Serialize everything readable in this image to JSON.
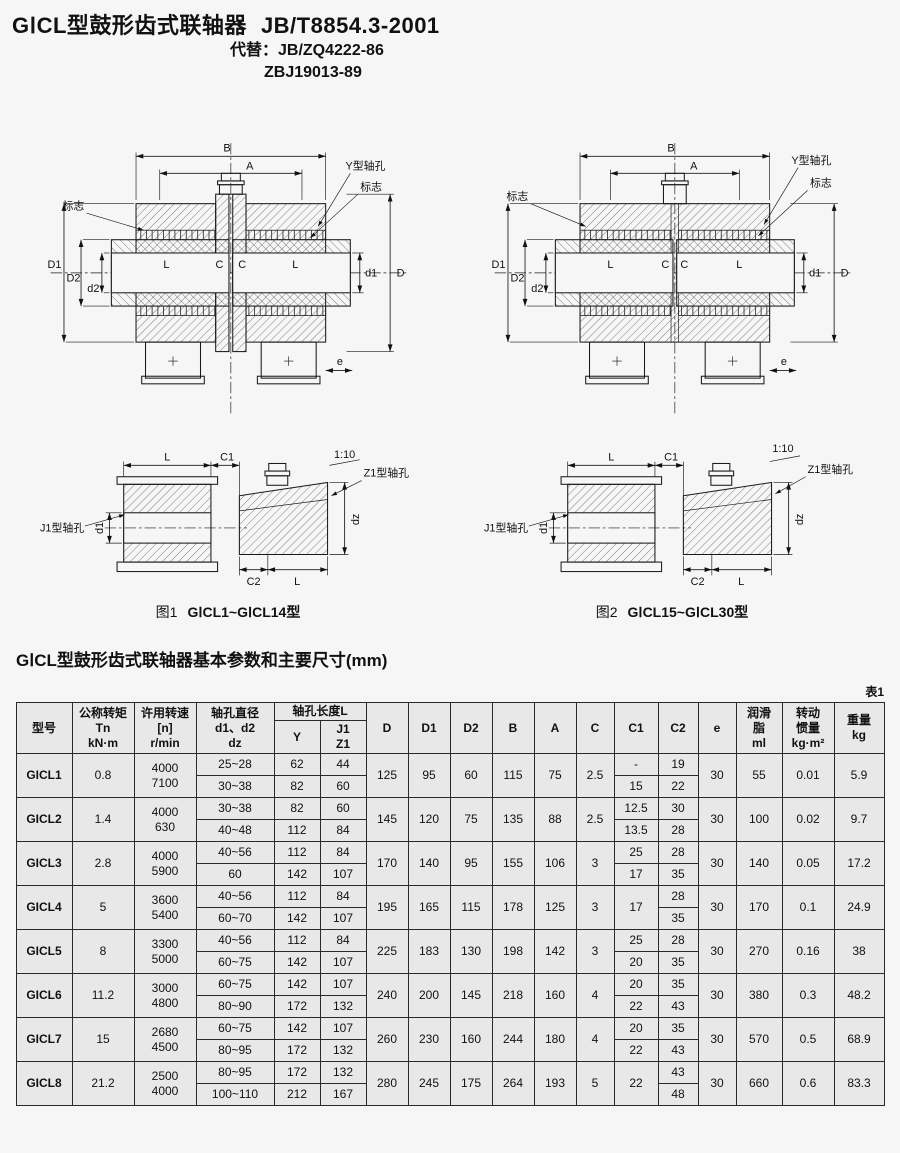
{
  "header": {
    "title": "GⅠCL型鼓形齿式联轴器",
    "standard": "JB/T8854.3-2001",
    "replace_line1": "代替：JB/ZQ4222-86",
    "replace_line2": "ZBJ19013-89"
  },
  "dims": {
    "B": "B",
    "A": "A",
    "mark": "标志",
    "y_bore": "Y型轴孔",
    "D1": "D1",
    "D2": "D2",
    "d2": "d2",
    "L": "L",
    "C": "C",
    "d1": "d1",
    "D": "D",
    "e": "e",
    "taper": "1:10",
    "z1_bore": "Z1型轴孔",
    "j1_bore": "J1型轴孔",
    "C1": "C1",
    "C2": "C2",
    "dz": "dz"
  },
  "figures": [
    {
      "no": "图1",
      "type": "GⅠCL1~GⅠCL14型"
    },
    {
      "no": "图2",
      "type": "GⅠCL15~GⅠCL30型"
    }
  ],
  "section": {
    "heading": "GⅠCL型鼓形齿式联轴器基本参数和主要尺寸(mm)",
    "table_no": "表1"
  },
  "table": {
    "head": {
      "model": "型号",
      "torque": [
        "公称转矩",
        "Tn",
        "kN·m"
      ],
      "speed": [
        "许用转速",
        "[n]",
        "r/min"
      ],
      "bore_dia": [
        "轴孔直径",
        "d1、d2",
        "dz"
      ],
      "bore_len": "轴孔长度L",
      "y": "Y",
      "j1z1": [
        "J1",
        "Z1"
      ],
      "cols": [
        "D",
        "D1",
        "D2",
        "B",
        "A",
        "C",
        "C1",
        "C2",
        "e"
      ],
      "grease": [
        "润滑",
        "脂",
        "ml"
      ],
      "inertia": [
        "转动",
        "惯量",
        "kg·m²"
      ],
      "weight": [
        "重量",
        "kg"
      ]
    },
    "rows": [
      {
        "model": "GICL1",
        "tn": "0.8",
        "n": [
          "4000",
          "7100"
        ],
        "bores": [
          {
            "dz": "25~28",
            "y": "62",
            "j": "44",
            "c1": "-",
            "c2": "19"
          },
          {
            "dz": "30~38",
            "y": "82",
            "j": "60",
            "c1": "15",
            "c2": "22"
          }
        ],
        "c1_merged": null,
        "D": "125",
        "D1": "95",
        "D2": "60",
        "B": "115",
        "A": "75",
        "C": "2.5",
        "e": "30",
        "grease": "55",
        "inertia": "0.01",
        "weight": "5.9"
      },
      {
        "model": "GICL2",
        "tn": "1.4",
        "n": [
          "4000",
          "630"
        ],
        "bores": [
          {
            "dz": "30~38",
            "y": "82",
            "j": "60",
            "c1": "12.5",
            "c2": "30"
          },
          {
            "dz": "40~48",
            "y": "112",
            "j": "84",
            "c1": "13.5",
            "c2": "28"
          }
        ],
        "c1_merged": null,
        "D": "145",
        "D1": "120",
        "D2": "75",
        "B": "135",
        "A": "88",
        "C": "2.5",
        "e": "30",
        "grease": "100",
        "inertia": "0.02",
        "weight": "9.7"
      },
      {
        "model": "GICL3",
        "tn": "2.8",
        "n": [
          "4000",
          "5900"
        ],
        "bores": [
          {
            "dz": "40~56",
            "y": "112",
            "j": "84",
            "c1": "25",
            "c2": "28"
          },
          {
            "dz": "60",
            "y": "142",
            "j": "107",
            "c1": "17",
            "c2": "35"
          }
        ],
        "c1_merged": null,
        "D": "170",
        "D1": "140",
        "D2": "95",
        "B": "155",
        "A": "106",
        "C": "3",
        "e": "30",
        "grease": "140",
        "inertia": "0.05",
        "weight": "17.2"
      },
      {
        "model": "GICL4",
        "tn": "5",
        "n": [
          "3600",
          "5400"
        ],
        "bores": [
          {
            "dz": "40~56",
            "y": "112",
            "j": "84",
            "c2": "28"
          },
          {
            "dz": "60~70",
            "y": "142",
            "j": "107",
            "c2": "35"
          }
        ],
        "c1_merged": "17",
        "D": "195",
        "D1": "165",
        "D2": "115",
        "B": "178",
        "A": "125",
        "C": "3",
        "e": "30",
        "grease": "170",
        "inertia": "0.1",
        "weight": "24.9"
      },
      {
        "model": "GICL5",
        "tn": "8",
        "n": [
          "3300",
          "5000"
        ],
        "bores": [
          {
            "dz": "40~56",
            "y": "112",
            "j": "84",
            "c1": "25",
            "c2": "28"
          },
          {
            "dz": "60~75",
            "y": "142",
            "j": "107",
            "c1": "20",
            "c2": "35"
          }
        ],
        "c1_merged": null,
        "D": "225",
        "D1": "183",
        "D2": "130",
        "B": "198",
        "A": "142",
        "C": "3",
        "e": "30",
        "grease": "270",
        "inertia": "0.16",
        "weight": "38"
      },
      {
        "model": "GICL6",
        "tn": "11.2",
        "n": [
          "3000",
          "4800"
        ],
        "bores": [
          {
            "dz": "60~75",
            "y": "142",
            "j": "107",
            "c1": "20",
            "c2": "35"
          },
          {
            "dz": "80~90",
            "y": "172",
            "j": "132",
            "c1": "22",
            "c2": "43"
          }
        ],
        "c1_merged": null,
        "D": "240",
        "D1": "200",
        "D2": "145",
        "B": "218",
        "A": "160",
        "C": "4",
        "e": "30",
        "grease": "380",
        "inertia": "0.3",
        "weight": "48.2"
      },
      {
        "model": "GICL7",
        "tn": "15",
        "n": [
          "2680",
          "4500"
        ],
        "bores": [
          {
            "dz": "60~75",
            "y": "142",
            "j": "107",
            "c1": "20",
            "c2": "35"
          },
          {
            "dz": "80~95",
            "y": "172",
            "j": "132",
            "c1": "22",
            "c2": "43"
          }
        ],
        "c1_merged": null,
        "D": "260",
        "D1": "230",
        "D2": "160",
        "B": "244",
        "A": "180",
        "C": "4",
        "e": "30",
        "grease": "570",
        "inertia": "0.5",
        "weight": "68.9"
      },
      {
        "model": "GICL8",
        "tn": "21.2",
        "n": [
          "2500",
          "4000"
        ],
        "bores": [
          {
            "dz": "80~95",
            "y": "172",
            "j": "132",
            "c2": "43"
          },
          {
            "dz": "100~110",
            "y": "212",
            "j": "167",
            "c2": "48"
          }
        ],
        "c1_merged": "22",
        "D": "280",
        "D1": "245",
        "D2": "175",
        "B": "264",
        "A": "193",
        "C": "5",
        "e": "30",
        "grease": "660",
        "inertia": "0.6",
        "weight": "83.3"
      }
    ]
  }
}
